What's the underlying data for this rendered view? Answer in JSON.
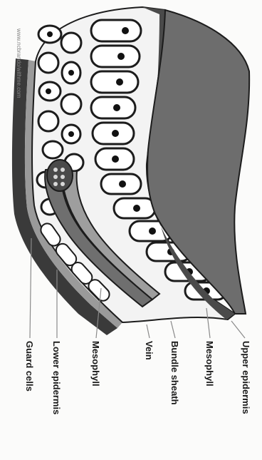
{
  "credit": "www.ncbrando/withme.com",
  "labels": {
    "upper_epidermis": "Upper epidermis",
    "mesophyll_upper": "Mesophyll",
    "bundle_sheath": "Bundle sheath",
    "vein": "Vein",
    "mesophyll_lower": "Mesophyll",
    "lower_epidermis": "Lower epidermis",
    "guard_cells": "Guard cells"
  },
  "colors": {
    "cuticle": "#5a5a5a",
    "epidermis": "#3a3a3a",
    "cell_wall": "#1c1c1c",
    "vein": "#7b7b7b",
    "nucleus": "#111111",
    "leader": "#8a8a8a"
  }
}
